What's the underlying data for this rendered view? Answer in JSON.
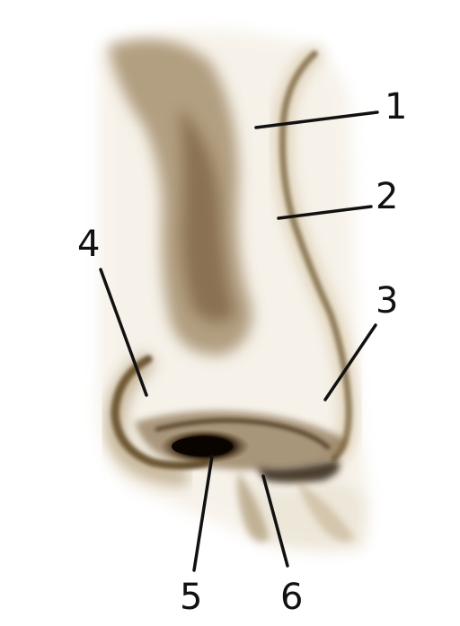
{
  "diagram": {
    "labels": [
      {
        "id": "1",
        "text": "1"
      },
      {
        "id": "2",
        "text": "2"
      },
      {
        "id": "3",
        "text": "3"
      },
      {
        "id": "4",
        "text": "4"
      },
      {
        "id": "5",
        "text": "5"
      },
      {
        "id": "6",
        "text": "6"
      }
    ]
  },
  "colors": {
    "shading": "#7a5a2a",
    "shading_light": "#c9b48a",
    "outline": "#4a3418",
    "nostril": "#140a02",
    "leader_line": "#111111",
    "background": "#ffffff"
  }
}
